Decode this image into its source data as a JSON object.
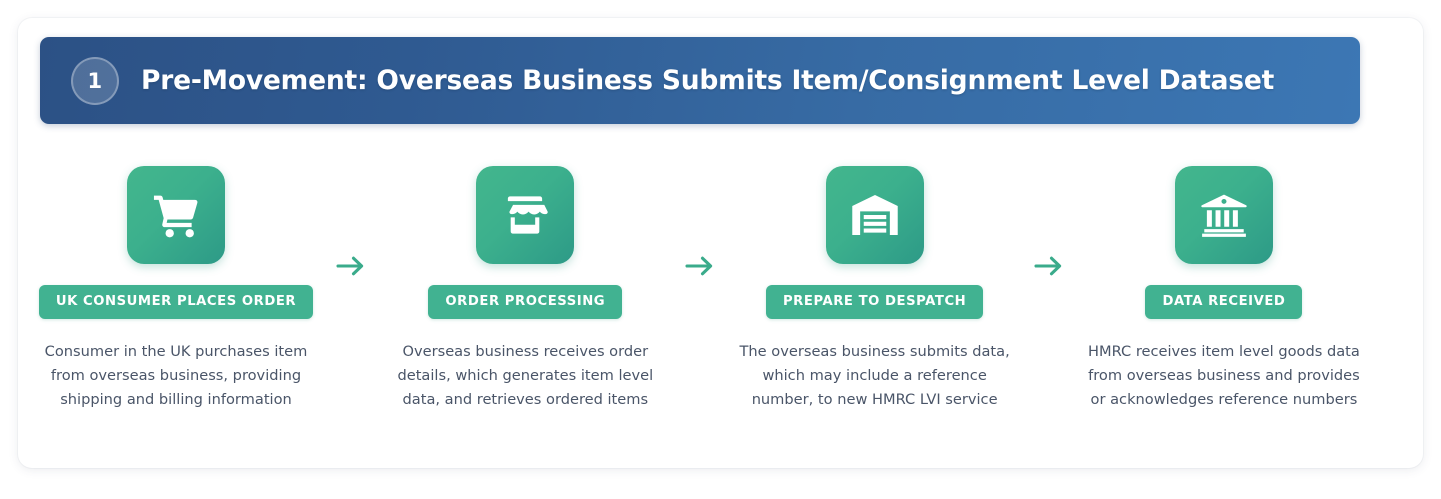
{
  "banner": {
    "step_number": "1",
    "title": "Pre-Movement: Overseas Business Submits Item/Consignment Level Dataset",
    "gradient_start": "#2c5185",
    "gradient_end": "#3c77b4"
  },
  "theme": {
    "accent_green": "#41b291",
    "icon_gradient_start": "#43b68d",
    "icon_gradient_end": "#2d9a87",
    "arrow_color": "#3aab8b",
    "text_color": "#4a5568",
    "card_background": "#ffffff"
  },
  "steps": [
    {
      "icon": "shopping-cart-icon",
      "badge": "UK CONSUMER PLACES ORDER",
      "description": "Consumer in the UK purchases item from overseas business, providing shipping and billing information"
    },
    {
      "icon": "storefront-icon",
      "badge": "ORDER PROCESSING",
      "description": "Overseas business receives order details, which generates item level data, and retrieves ordered items"
    },
    {
      "icon": "warehouse-icon",
      "badge": "PREPARE TO DESPATCH",
      "description": "The overseas business submits data, which may include a reference number, to new HMRC LVI service"
    },
    {
      "icon": "bank-icon",
      "badge": "DATA RECEIVED",
      "description": "HMRC receives item level goods data from overseas business and provides or acknowledges reference numbers"
    }
  ],
  "connectors": [
    {
      "icon": "arrow-right-icon"
    },
    {
      "icon": "arrow-right-icon"
    },
    {
      "icon": "arrow-right-icon"
    }
  ]
}
